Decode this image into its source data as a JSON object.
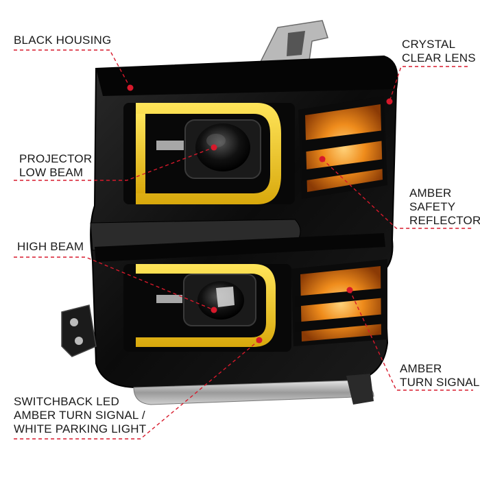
{
  "callouts": {
    "black_housing": "BLACK HOUSING",
    "crystal_clear_lens": [
      "CRYSTAL",
      "CLEAR LENS"
    ],
    "projector_low_beam": [
      "PROJECTOR",
      "LOW BEAM"
    ],
    "amber_safety_reflector": [
      "AMBER",
      "SAFETY",
      "REFLECTOR"
    ],
    "high_beam": "HIGH BEAM",
    "amber_turn_signal": [
      "AMBER",
      "TURN SIGNAL"
    ],
    "switchback_led": [
      "SWITCHBACK LED",
      "AMBER TURN SIGNAL /",
      "WHITE PARKING LIGHT"
    ]
  },
  "colors": {
    "leader_line": "#d7192b",
    "led_bar": "#f2c21b",
    "amber": "#e07a10",
    "housing": "#0d0d0d"
  }
}
